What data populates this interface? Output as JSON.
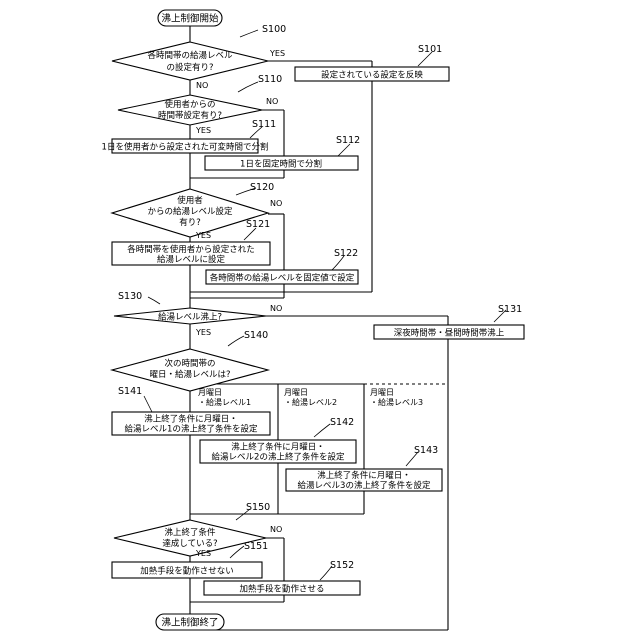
{
  "start_label": "沸上制御開始",
  "end_label": "沸上制御終了",
  "yes": "YES",
  "no": "NO",
  "s100": {
    "step": "S100",
    "line1": "各時間帯の給湯レベル",
    "line2": "の設定有り?"
  },
  "s101": {
    "step": "S101",
    "text": "設定されている設定を反映"
  },
  "s110": {
    "step": "S110",
    "line1": "使用者からの",
    "line2": "時間帯設定有り?"
  },
  "s111": {
    "step": "S111",
    "text": "1日を使用者から設定された可変時間で分割"
  },
  "s112": {
    "step": "S112",
    "text": "1日を固定時間で分割"
  },
  "s120": {
    "step": "S120",
    "line1": "使用者",
    "line2": "からの給湯レベル設定",
    "line3": "有り?"
  },
  "s121": {
    "step": "S121",
    "line1": "各時間帯を使用者から設定された",
    "line2": "給湯レベルに設定"
  },
  "s122": {
    "step": "S122",
    "text": "各時間帯の給湯レベルを固定値で設定"
  },
  "s130": {
    "step": "S130",
    "text": "給湯レベル沸上?"
  },
  "s131": {
    "step": "S131",
    "text": "深夜時間帯・昼間時間帯沸上"
  },
  "s140": {
    "step": "S140",
    "line1": "次の時間帯の",
    "line2": "曜日・給湯レベルは?"
  },
  "branches": {
    "b1": {
      "line1": "月曜日",
      "line2": "・給湯レベル1"
    },
    "b2": {
      "line1": "月曜日",
      "line2": "・給湯レベル2"
    },
    "b3": {
      "line1": "月曜日",
      "line2": "・給湯レベル3"
    }
  },
  "s141": {
    "step": "S141",
    "line1": "沸上終了条件に月曜日・",
    "line2": "給湯レベル1の沸上終了条件を設定"
  },
  "s142": {
    "step": "S142",
    "line1": "沸上終了条件に月曜日・",
    "line2": "給湯レベル2の沸上終了条件を設定"
  },
  "s143": {
    "step": "S143",
    "line1": "沸上終了条件に月曜日・",
    "line2": "給湯レベル3の沸上終了条件を設定"
  },
  "s150": {
    "step": "S150",
    "line1": "沸上終了条件",
    "line2": "達成している?"
  },
  "s151": {
    "step": "S151",
    "text": "加熱手段を動作させない"
  },
  "s152": {
    "step": "S152",
    "text": "加熱手段を動作させる"
  }
}
